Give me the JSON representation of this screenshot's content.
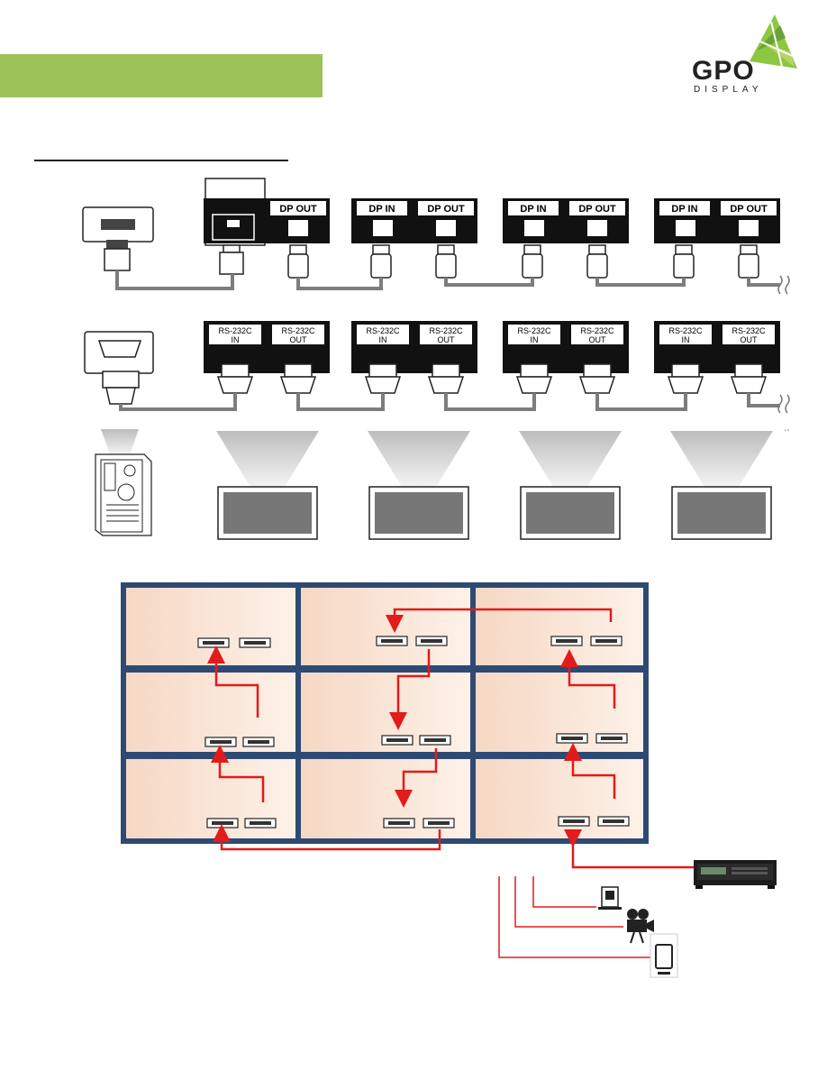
{
  "brand": {
    "logo_text": "GPO",
    "logo_subtext": "DISPLAY",
    "logo_colors": [
      "#8dc63f",
      "#6aa23a",
      "#b5d56a"
    ]
  },
  "dp_chain": {
    "ports": [
      {
        "in": "",
        "out": "DP OUT"
      },
      {
        "in": "DP IN",
        "out": "DP OUT"
      },
      {
        "in": "DP IN",
        "out": "DP OUT"
      },
      {
        "in": "DP IN",
        "out": "DP OUT"
      }
    ]
  },
  "rs232_chain": {
    "ports": [
      {
        "in": [
          "RS-232C",
          "IN"
        ],
        "out": [
          "RS-232C",
          "OUT"
        ]
      },
      {
        "in": [
          "RS-232C",
          "IN"
        ],
        "out": [
          "RS-232C",
          "OUT"
        ]
      },
      {
        "in": [
          "RS-232C",
          "IN"
        ],
        "out": [
          "RS-232C",
          "OUT"
        ]
      },
      {
        "in": [
          "RS-232C",
          "IN"
        ],
        "out": [
          "RS-232C",
          "OUT"
        ]
      }
    ]
  },
  "monitors": {
    "count": 4
  },
  "video_wall": {
    "rows": 3,
    "cols": 3
  },
  "colors": {
    "accent_green": "#9bc35a",
    "cable_gray": "#7d7d7d",
    "arrow_red": "#e21b1b",
    "wall_frame": "#2e4a73"
  }
}
